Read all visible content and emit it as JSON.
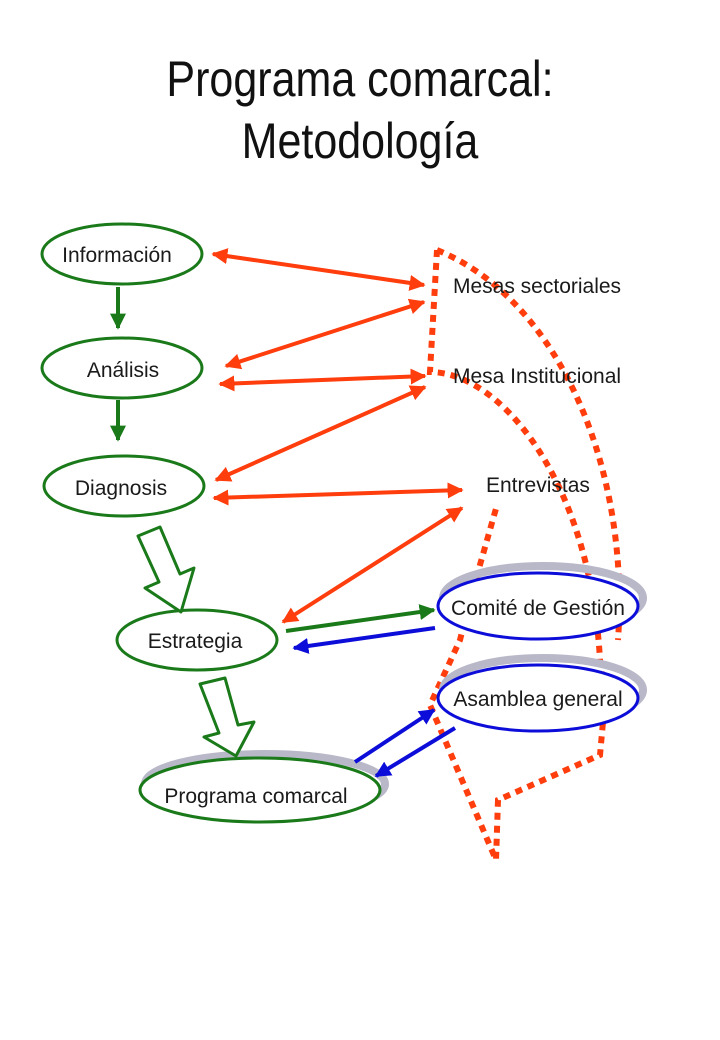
{
  "title": {
    "line1": "Programa comarcal:",
    "line2": "Metodología"
  },
  "process_steps": {
    "informacion": "Información",
    "analisis": "Análisis",
    "diagnosis": "Diagnosis",
    "estrategia": "Estrategia",
    "programa": "Programa comarcal"
  },
  "participation": {
    "mesas_sectoriales": "Mesas sectoriales",
    "mesa_institucional": "Mesa Institucional",
    "entrevistas": "Entrevistas",
    "comite": "Comité de Gestión",
    "asamblea": "Asamblea general"
  },
  "colors": {
    "process": "#1a7a1a",
    "participation_flow": "#ff3d0d",
    "governance": "#0d0dd9",
    "shadow": "#b8b8c8"
  }
}
